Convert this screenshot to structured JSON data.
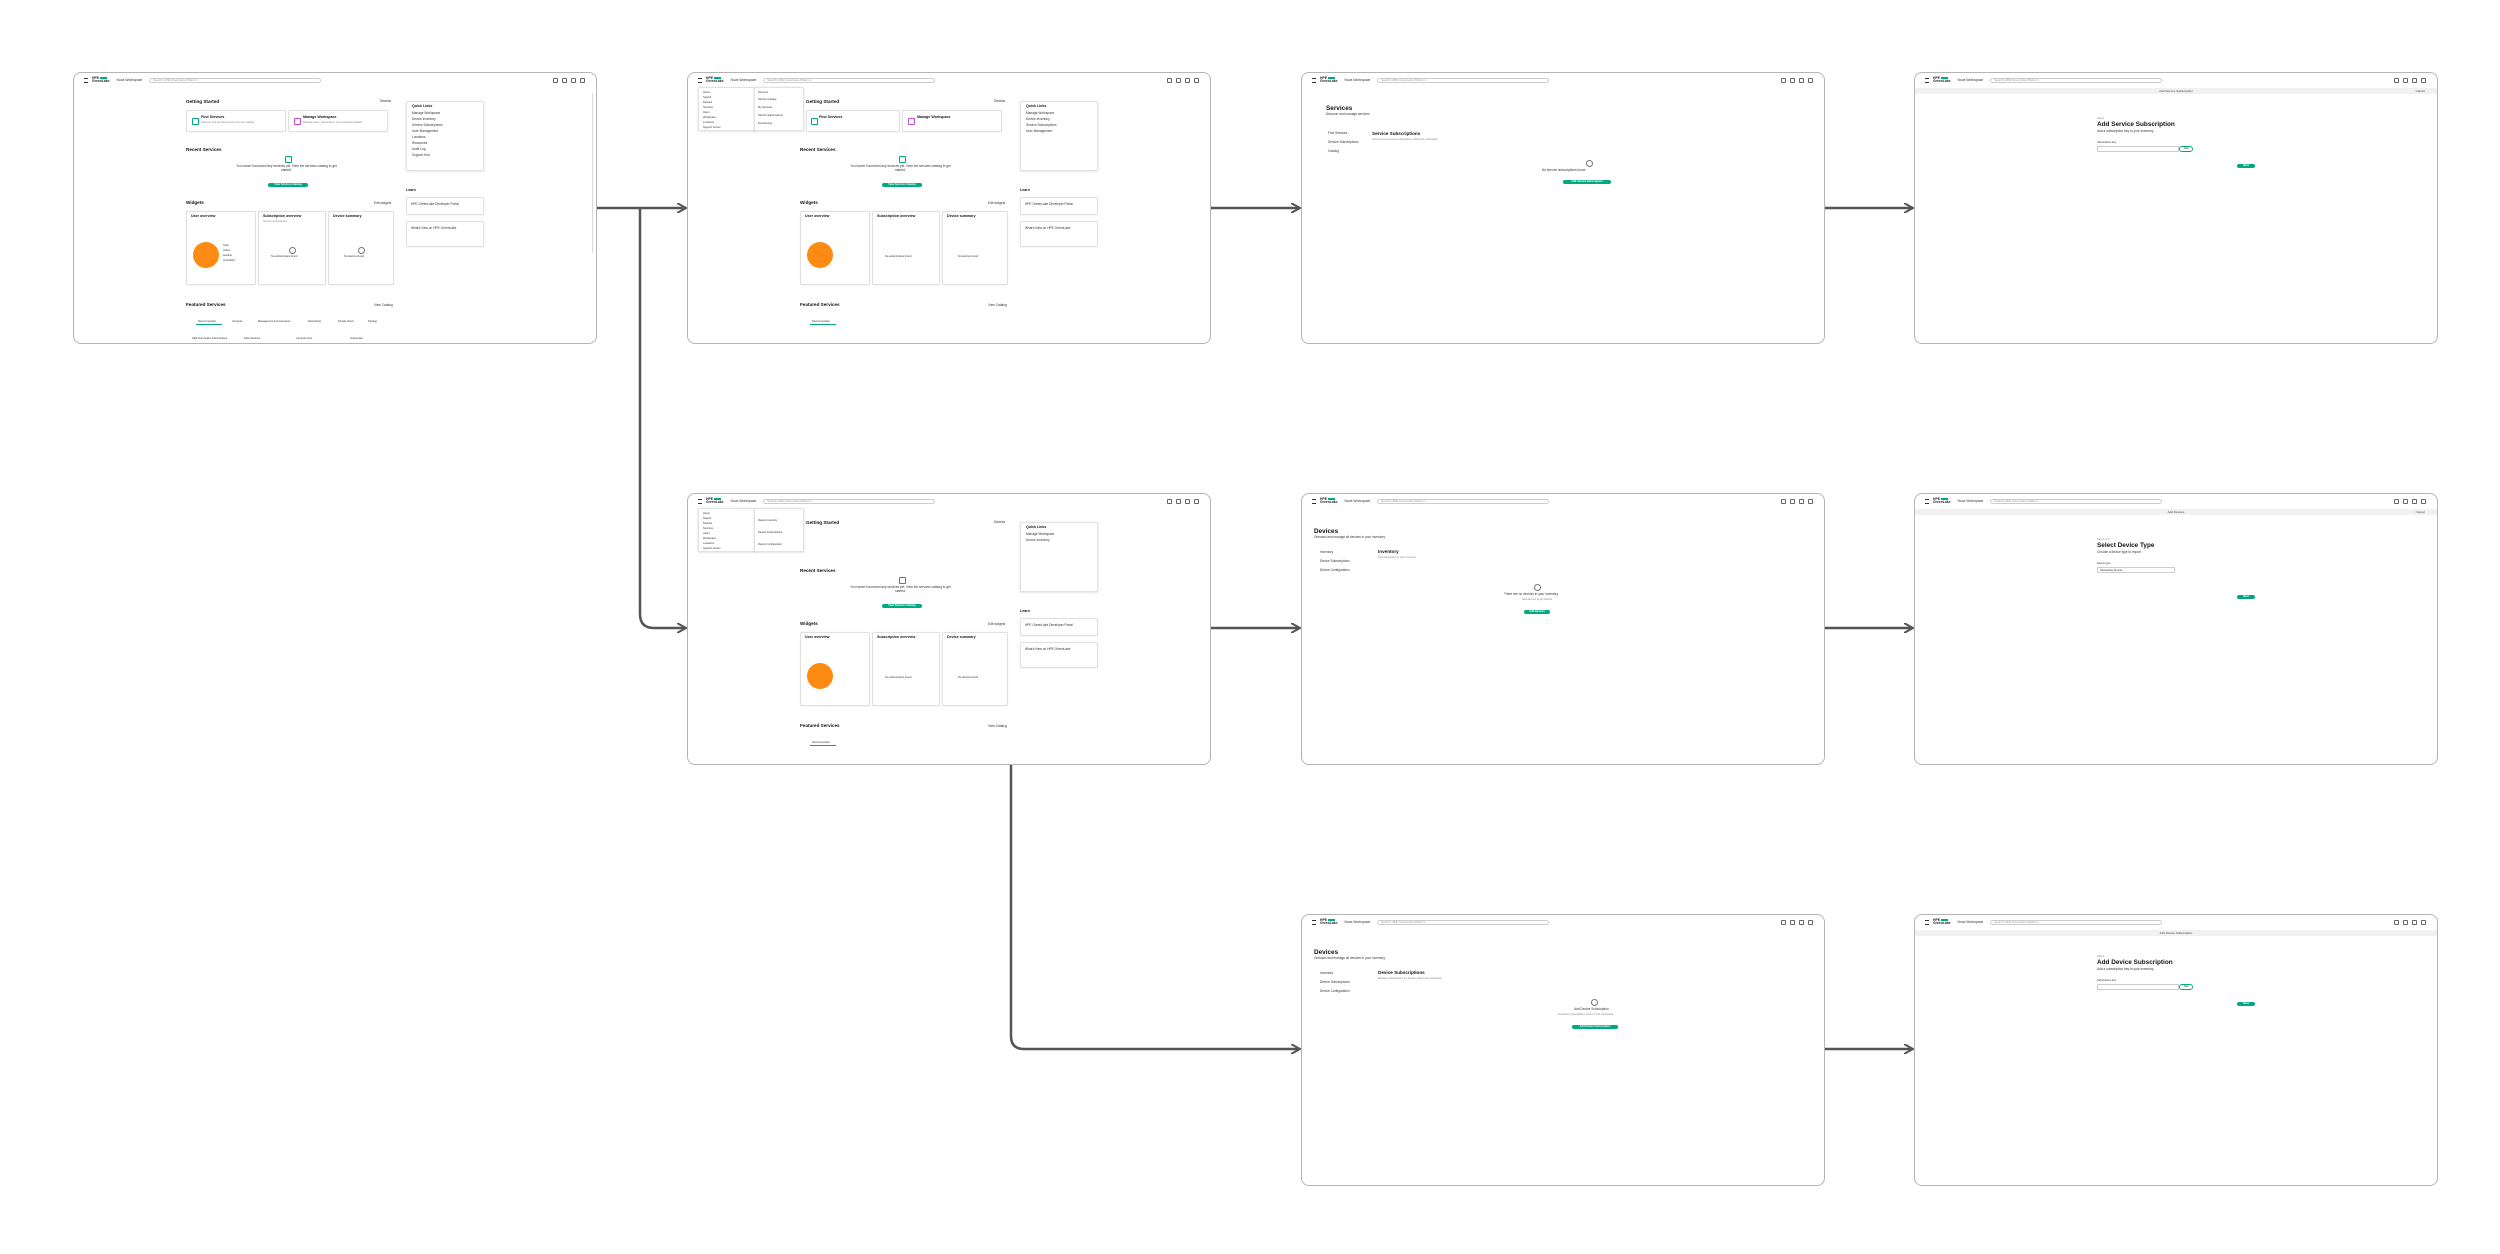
{
  "common": {
    "logo_line1": "HPE",
    "logo_line2": "GreenLake",
    "workspace": "Nova Workspace",
    "search_placeholder": "Search HPE GreenLake Platform",
    "cancel": "Cancel"
  },
  "home": {
    "getting_started": "Getting Started",
    "dismiss": "Dismiss",
    "find_services": "Find Services",
    "find_services_desc": "Discover and launch services from the catalog",
    "manage_workspace": "Manage Workspace",
    "manage_workspace_desc": "Manage users, permissions, and workspace details",
    "recent_services": "Recent Services",
    "recent_empty": "You haven't launched any services yet. View the services catalog to get started.",
    "view_catalog": "View Services Catalog",
    "widgets": "Widgets",
    "edit_widgets": "Edit widgets",
    "user_overview": "User overview",
    "subscription_overview": "Subscription overview",
    "subscription_sub": "Service subscriptions",
    "no_subscriptions": "No subscriptions found",
    "device_summary": "Device summary",
    "no_devices": "No devices found",
    "legend": [
      "Total",
      "Active",
      "Inactive",
      "Unverified"
    ],
    "featured_services": "Featured Services",
    "view_catalog_link": "View Catalog",
    "featured_tabs": [
      "Recommended",
      "Compute",
      "Management & Governance",
      "Networking",
      "Private Cloud",
      "Storage"
    ],
    "featured_items": [
      "HPE GreenLake Subscriptions",
      "Data Services",
      "Compute Ops",
      "GreenLake"
    ],
    "quick_links": "Quick Links",
    "quick_links_items": [
      "Manage Workspace",
      "Device Inventory",
      "Service Subscriptions",
      "User Management",
      "Locations",
      "Resources",
      "Audit Log",
      "Support Hub"
    ],
    "learn": "Learn",
    "learn_items": [
      "HPE GreenLake Developer Portal",
      "What's New on HPE GreenLake"
    ]
  },
  "nav_menu_a": {
    "col1": [
      "Home",
      "Search",
      "Devices",
      "Services",
      "Users",
      "Workspace",
      "Locations",
      "Support Center"
    ],
    "col2_title": "Services",
    "col2": [
      "Service Catalog",
      "My Services",
      "Service Subscriptions",
      "Provisioning"
    ]
  },
  "nav_menu_b": {
    "col2": [
      "Device Inventory",
      "Device Subscriptions",
      "Device Configuration"
    ]
  },
  "services_page": {
    "title": "Services",
    "subtitle": "Discover and manage services",
    "nav": [
      "Find Services",
      "Service Subscriptions",
      "Catalog"
    ],
    "section": "Service Subscriptions",
    "section_desc": "Add and view service subscriptions within this workspace.",
    "empty": "No service subscriptions found",
    "action": "Add Service Subscription"
  },
  "devices_page": {
    "title": "Devices",
    "subtitle": "Onboard and manage all devices in your inventory",
    "nav": [
      "Inventory",
      "Device Subscriptions",
      "Device Configuration"
    ],
    "section": "Inventory",
    "section_desc": "View all devices in your inventory",
    "empty": "There are no devices in your inventory",
    "empty_sub": "Add devices to get started",
    "action": "Add Devices"
  },
  "device_subs_page": {
    "section": "Device Subscriptions",
    "section_desc": "Manage subscriptions for devices within this workspace.",
    "empty": "Add Device Subscription",
    "empty_sub": "No device subscriptions found in this workspace",
    "action": "Add Device Subscription"
  },
  "wizard_service": {
    "bar": "Add Service Subscription",
    "step": "Step 1",
    "title": "Add Service Subscription",
    "desc": "Add a subscription key to your inventory",
    "field": "Subscription key",
    "add": "Add",
    "next": "Next"
  },
  "wizard_device_type": {
    "bar": "Add Devices",
    "step": "Step 1 of 3",
    "title": "Select Device Type",
    "desc": "Choose a device type to import",
    "field": "Device type",
    "value": "Networking devices",
    "next": "Next"
  },
  "wizard_device_sub": {
    "bar": "Add Device Subscription",
    "step": "Step 1",
    "title": "Add Device Subscription",
    "desc": "Add a subscription key to your inventory",
    "field": "Subscription key",
    "add": "Add",
    "next": "Next"
  },
  "colors": {
    "accent": "#01a982",
    "donut": "#fd8a13",
    "arrow": "#555555",
    "frame_border": "#b5b5b5"
  }
}
